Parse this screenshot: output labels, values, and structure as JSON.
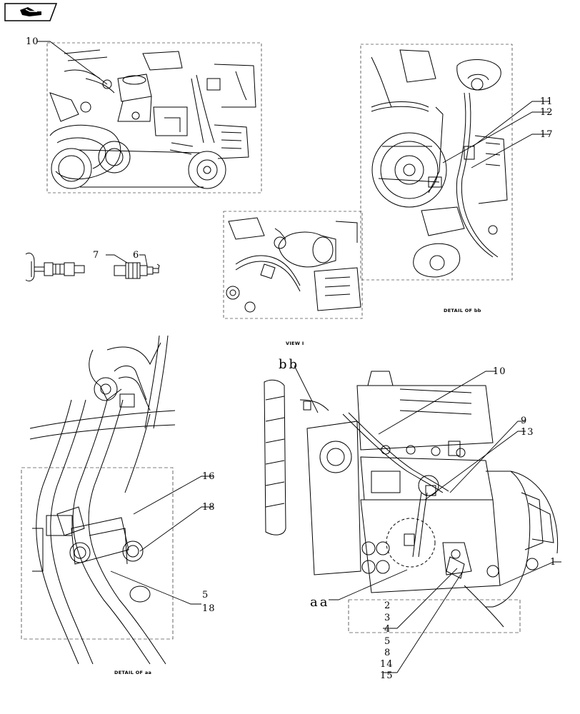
{
  "toolbar": {
    "nav_icon": "hand-pointer-icon"
  },
  "captions": {
    "detail_bb": "DETAIL OF bb",
    "view_1": "VIEW I",
    "detail_aa": "DETAIL OF aa"
  },
  "callouts": {
    "view_top_left": [
      "10"
    ],
    "view_top_right": [
      "11",
      "12",
      "17"
    ],
    "sensor_parts": [
      "7",
      "6"
    ],
    "detail_aa": [
      "16",
      "18",
      "5",
      "18"
    ],
    "main_view": [
      "bb",
      "10",
      "9",
      "13",
      "aa",
      "1",
      "2",
      "3",
      "4",
      "5",
      "8",
      "14",
      "15"
    ]
  }
}
